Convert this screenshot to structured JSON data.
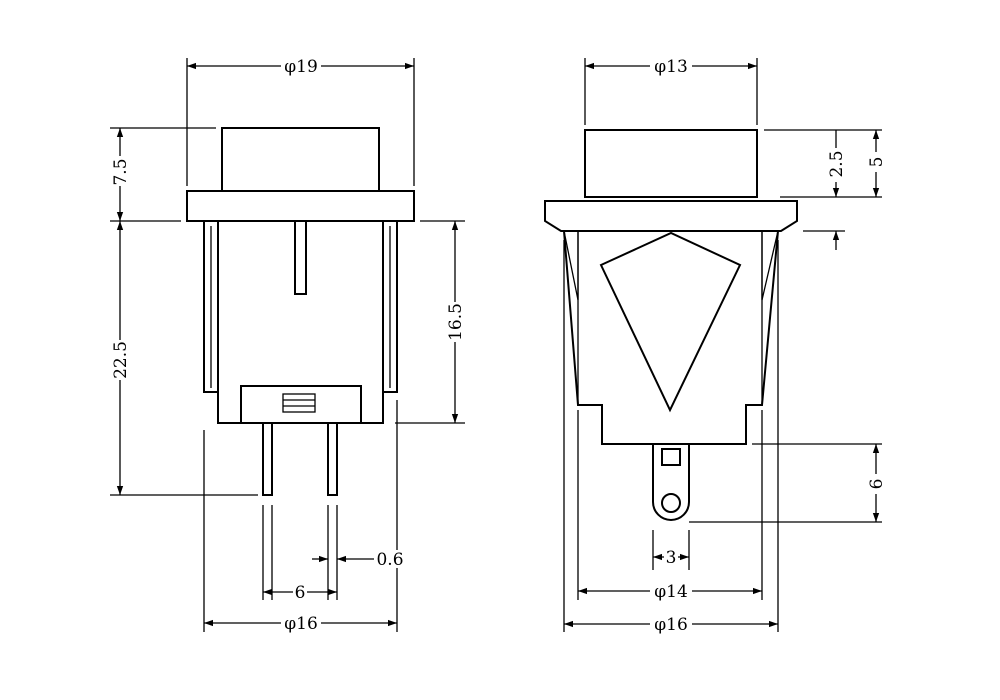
{
  "diagram": {
    "left_view": {
      "dim_top_diameter": "φ19",
      "dim_cap_height": "7.5",
      "dim_body_height": "22.5",
      "dim_body_right": "16.5",
      "dim_pin_width": "0.6",
      "dim_pin_spacing": "6",
      "dim_bottom_diameter": "φ16"
    },
    "right_view": {
      "dim_top_diameter": "φ13",
      "dim_cap_small": "2.5",
      "dim_cap_large": "5",
      "dim_terminal_height": "6",
      "dim_terminal_width": "3",
      "dim_body_diameter": "φ14",
      "dim_bottom_diameter": "φ16"
    }
  }
}
